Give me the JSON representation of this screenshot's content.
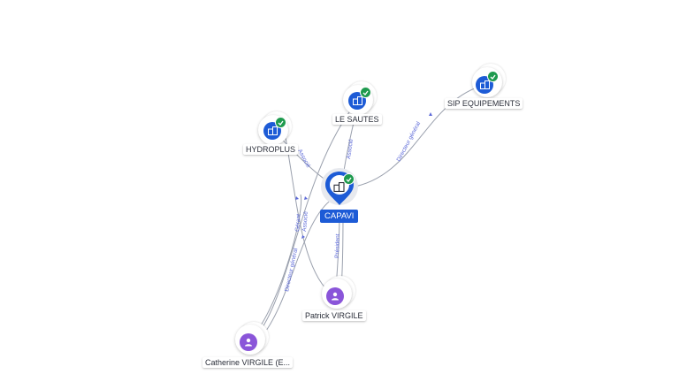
{
  "graph": {
    "accent_color": "#1d5bd6",
    "person_color": "#8a55d9",
    "verified_color": "#1e9a4e",
    "nodes": {
      "capavi": {
        "label": "CAPAVI",
        "kind": "company",
        "verified": true,
        "icon": "building-icon"
      },
      "le_sautes": {
        "label": "LE SAUTES",
        "kind": "company",
        "verified": true,
        "icon": "building-icon"
      },
      "hydroplus": {
        "label": "HYDROPLUS",
        "kind": "company",
        "verified": true,
        "icon": "building-icon"
      },
      "sip": {
        "label": "SIP EQUIPEMENTS",
        "kind": "company",
        "verified": true,
        "icon": "building-icon"
      },
      "patrick": {
        "label": "Patrick VIRGILE",
        "kind": "person",
        "icon": "person-icon"
      },
      "catherine": {
        "label": "Catherine VIRGILE (E...",
        "kind": "person",
        "icon": "person-icon"
      }
    },
    "edge_labels": {
      "capavi_sip": "Directeur général",
      "capavi_le_sautes": "Associé",
      "capavi_hydroplus": "Associé",
      "patrick_capavi": "Président",
      "catherine_capavi": "Directeur général",
      "gerant": "Gérant",
      "associe_vertical": "Associé"
    }
  }
}
